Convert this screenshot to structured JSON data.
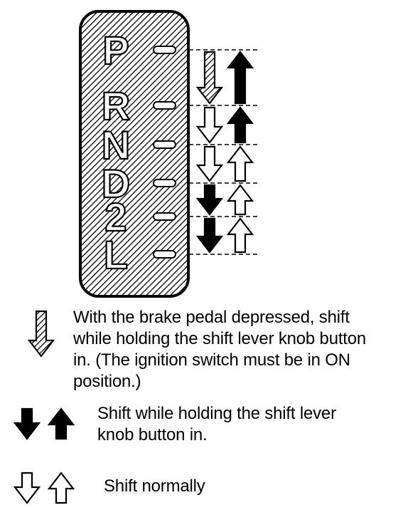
{
  "gear_positions": [
    "P",
    "R",
    "N",
    "D",
    "2",
    "L"
  ],
  "transitions": [
    {
      "down": "hatched",
      "up": "solid"
    },
    {
      "down": "outline",
      "up": "solid"
    },
    {
      "down": "outline",
      "up": "outline"
    },
    {
      "down": "solid",
      "up": "outline"
    },
    {
      "down": "solid",
      "up": "outline"
    }
  ],
  "legend": {
    "brake_shift": "With the brake pedal depressed, shift while holding the shift lever knob button in. (The ignition switch must be in ON position.)",
    "button_shift": "Shift while holding the shift lever knob button in.",
    "normal_shift": "Shift normally"
  },
  "icons": {
    "hatched": "hatched-arrow-icon",
    "solid": "solid-arrow-icon",
    "outline": "outline-arrow-icon"
  },
  "colors": {
    "ink": "#000000",
    "paper": "#ffffff"
  }
}
